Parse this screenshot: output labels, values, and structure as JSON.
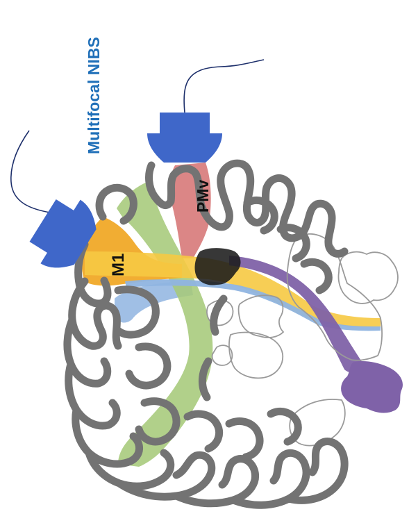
{
  "figure": {
    "title": "Multifocal NIBS",
    "regions": {
      "m1": "M1",
      "pmv": "PMv"
    }
  },
  "colors": {
    "title": "#1f6fb8",
    "coil": "#3f67c9",
    "cable": "#1d2f6b",
    "brain_outline": "#737373",
    "subcortical_outline": "#9a9a9a",
    "m1": "#f0a928",
    "pmv": "#d98080",
    "green_tract": "#a6c97a",
    "yellow_tract": "#f6c942",
    "blue_tract": "#8fb4e0",
    "purple_tract": "#7f62a8",
    "black_node": "#1b1b1b"
  },
  "icons": {
    "coil_left": "tms-coil-icon",
    "coil_top": "tms-coil-icon"
  }
}
